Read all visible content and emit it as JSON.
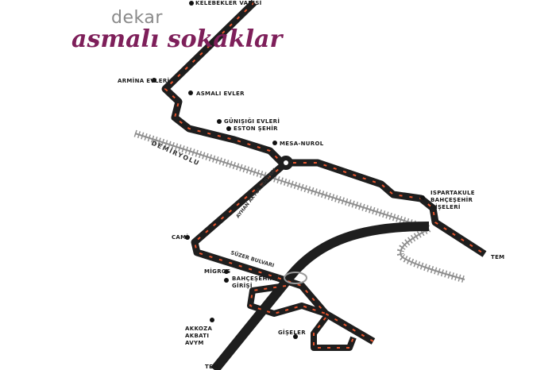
{
  "brand": {
    "company": "dekar",
    "project": "asmalı sokaklar"
  },
  "colors": {
    "road": "#1e1e1e",
    "dash": "#e8552e",
    "brand": "#7e1f5a",
    "rail": "#9a9a9a"
  },
  "landmarks": {
    "kelebekler": "KELEBEKLER VADİSİ",
    "armina": "ARMİNA EVLERİ",
    "asmali": "ASMALI EVLER",
    "gunisigi": "GÜNIŞIĞI EVLERİ",
    "eston": "ESTON ŞEHİR",
    "mesa": "MESA-NUROL",
    "ispartakule_1": "ISPARTAKULE",
    "ispartakule_2": "BAHÇEŞEHİR",
    "ispartakule_3": "GİŞELERİ",
    "cami": "CAMİ",
    "migros": "MİGROS",
    "bahcesehir_1": "BAHÇEŞEHİR",
    "bahcesehir_2": "GİRİŞİ",
    "akkoza_1": "AKKOZA",
    "akkoza_2": "AKBATI",
    "akkoza_3": "AVYM",
    "giseler": "GİŞELER",
    "tem_right": "TEM",
    "tem_bottom": "TEM"
  },
  "roads": {
    "demiryolu": "DEMİRYOLU",
    "akakyol": "AYHAN AKYOL BULVARI",
    "suzer": "SÜZER BULVARI"
  }
}
